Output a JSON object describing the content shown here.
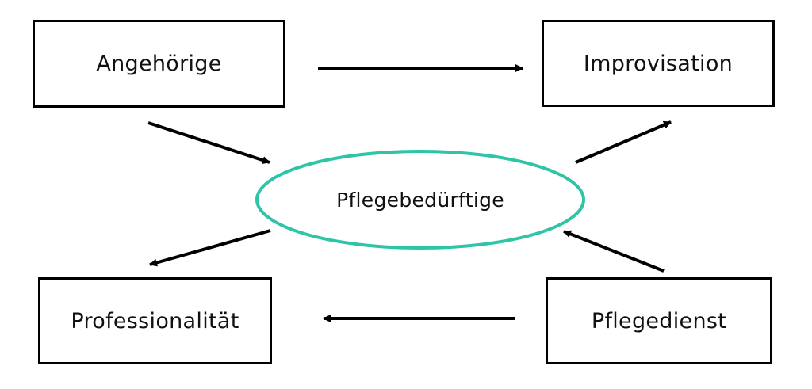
{
  "diagram": {
    "nodes": {
      "angehoerige": "Angehörige",
      "improvisation": "Improvisation",
      "pflegebeduerftige": "Pflegebedürftige",
      "professionalitaet": "Professionalität",
      "pflegedienst": "Pflegedienst"
    },
    "edges": [
      {
        "from": "angehoerige",
        "to": "improvisation"
      },
      {
        "from": "angehoerige",
        "to": "pflegebeduerftige"
      },
      {
        "from": "pflegebeduerftige",
        "to": "improvisation"
      },
      {
        "from": "pflegebeduerftige",
        "to": "professionalitaet"
      },
      {
        "from": "pflegedienst",
        "to": "pflegebeduerftige"
      },
      {
        "from": "pflegedienst",
        "to": "professionalitaet"
      }
    ],
    "colors": {
      "ellipse_stroke": "#2ec4a6",
      "box_stroke": "#000000",
      "arrow": "#000000"
    }
  }
}
